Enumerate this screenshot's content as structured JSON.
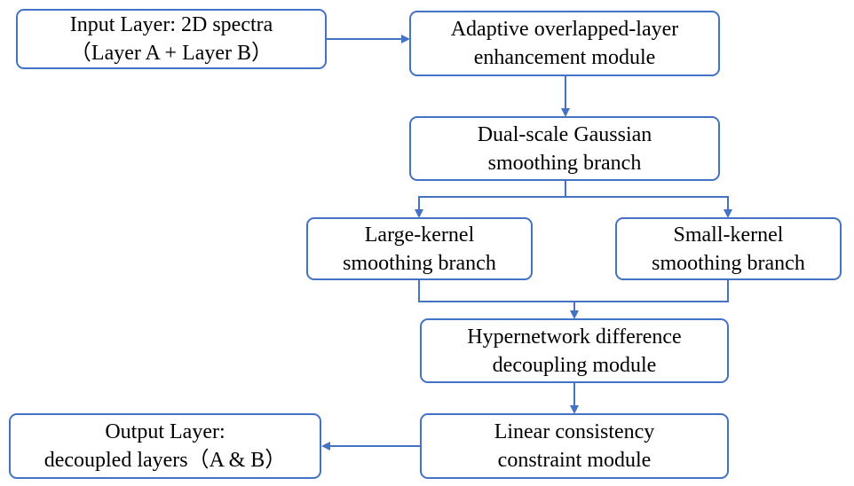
{
  "nodes": {
    "input_layer": {
      "line1": "Input Layer: 2D spectra",
      "line2": "（Layer A + Layer B）"
    },
    "adaptive_module": {
      "line1": "Adaptive overlapped-layer",
      "line2": "enhancement module"
    },
    "dual_scale_branch": {
      "line1": "Dual-scale Gaussian",
      "line2": "smoothing branch"
    },
    "large_kernel_branch": {
      "line1": "Large-kernel",
      "line2": "smoothing branch"
    },
    "small_kernel_branch": {
      "line1": "Small-kernel",
      "line2": "smoothing branch"
    },
    "hypernetwork_module": {
      "line1": "Hypernetwork difference",
      "line2": "decoupling module"
    },
    "linear_consistency_module": {
      "line1": "Linear consistency",
      "line2": "constraint module"
    },
    "output_layer": {
      "line1": "Output Layer:",
      "line2": "decoupled layers（A & B）"
    }
  },
  "colors": {
    "border": "#4472C4",
    "arrow": "#4472C4",
    "text": "#000000",
    "background": "#ffffff"
  }
}
